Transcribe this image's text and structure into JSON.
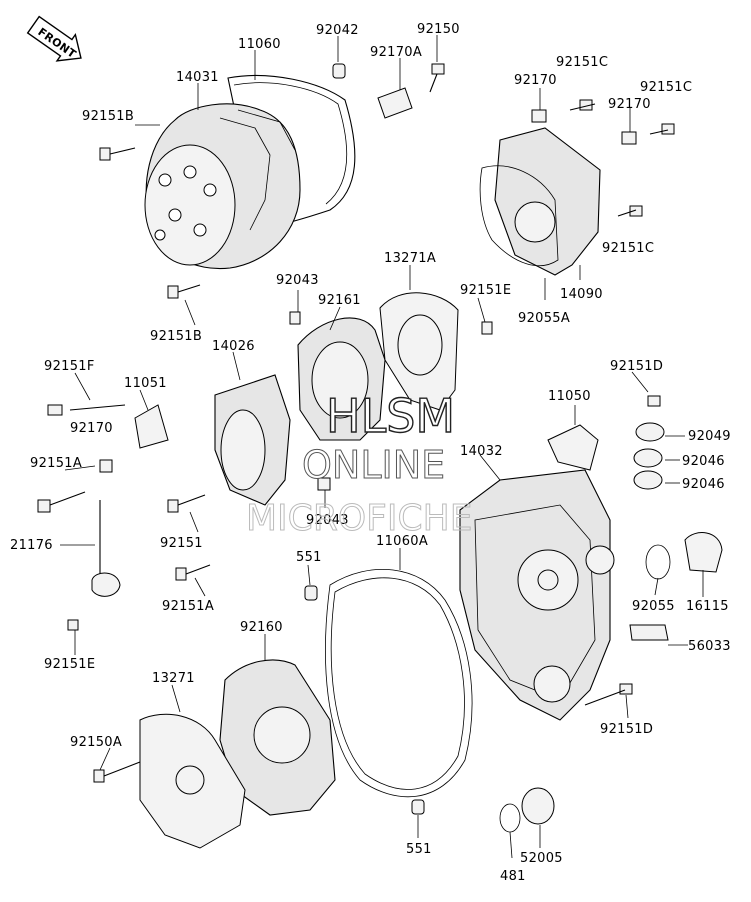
{
  "watermark": {
    "line1": "HLSM",
    "line2": "ONLINE",
    "line3": "MICROFICHE"
  },
  "front_arrow": {
    "label": "FRONT"
  },
  "part_labels": [
    "11060",
    "92042",
    "92150",
    "14031",
    "92170A",
    "92151B",
    "92170",
    "92151C",
    "92151C",
    "92170",
    "92151C",
    "14090",
    "92055A",
    "92151B",
    "92043",
    "13271A",
    "92161",
    "92151E",
    "92151F",
    "14026",
    "11051",
    "92170",
    "92151A",
    "21176",
    "92151",
    "92043",
    "92151A",
    "92151E",
    "92151D",
    "11050",
    "92049",
    "92046",
    "92046",
    "14032",
    "551",
    "11060A",
    "92055",
    "16115",
    "56033",
    "92151D",
    "92160",
    "13271",
    "92150A",
    "551",
    "481",
    "52005"
  ]
}
